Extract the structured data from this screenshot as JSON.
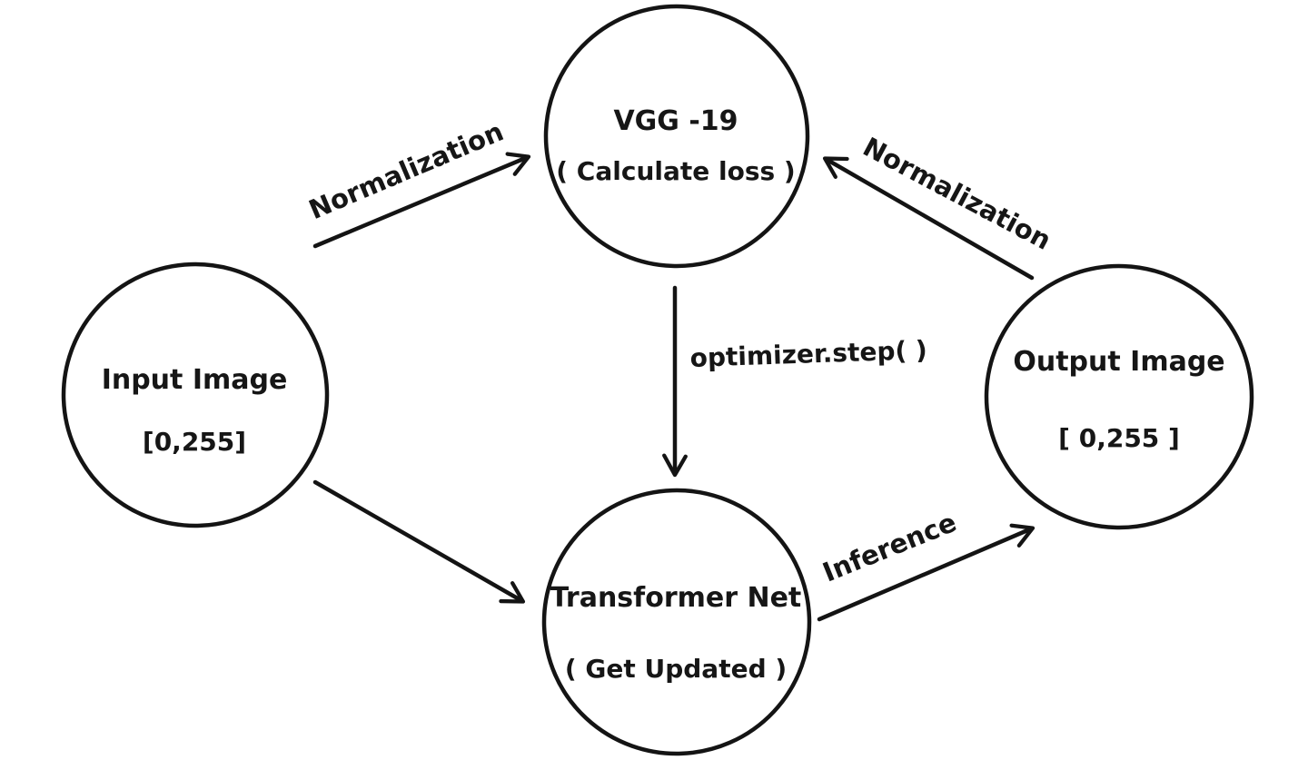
{
  "diagram": {
    "title_implicit": "Style transfer training loop",
    "background_color": "#ffffff",
    "ink_color": "#141414",
    "nodes": {
      "input_image": {
        "line1": "Input Image",
        "line2": "[0,255]"
      },
      "vgg19": {
        "line1": "VGG -19",
        "line2": "( Calculate loss )"
      },
      "transformer_net": {
        "line1": "Transformer Net",
        "line2": "( Get Updated )"
      },
      "output_image": {
        "line1": "Output Image",
        "line2": "[ 0,255 ]"
      }
    },
    "edges": {
      "input_to_vgg": {
        "from": "input_image",
        "to": "vgg19",
        "label": "Normalization"
      },
      "output_to_vgg": {
        "from": "output_image",
        "to": "vgg19",
        "label": "Normalization"
      },
      "vgg_to_transformer": {
        "from": "vgg19",
        "to": "transformer_net",
        "label": "optimizer.step( )"
      },
      "input_to_transformer": {
        "from": "input_image",
        "to": "transformer_net",
        "label": ""
      },
      "transformer_to_output": {
        "from": "transformer_net",
        "to": "output_image",
        "label": "Inference"
      }
    }
  }
}
